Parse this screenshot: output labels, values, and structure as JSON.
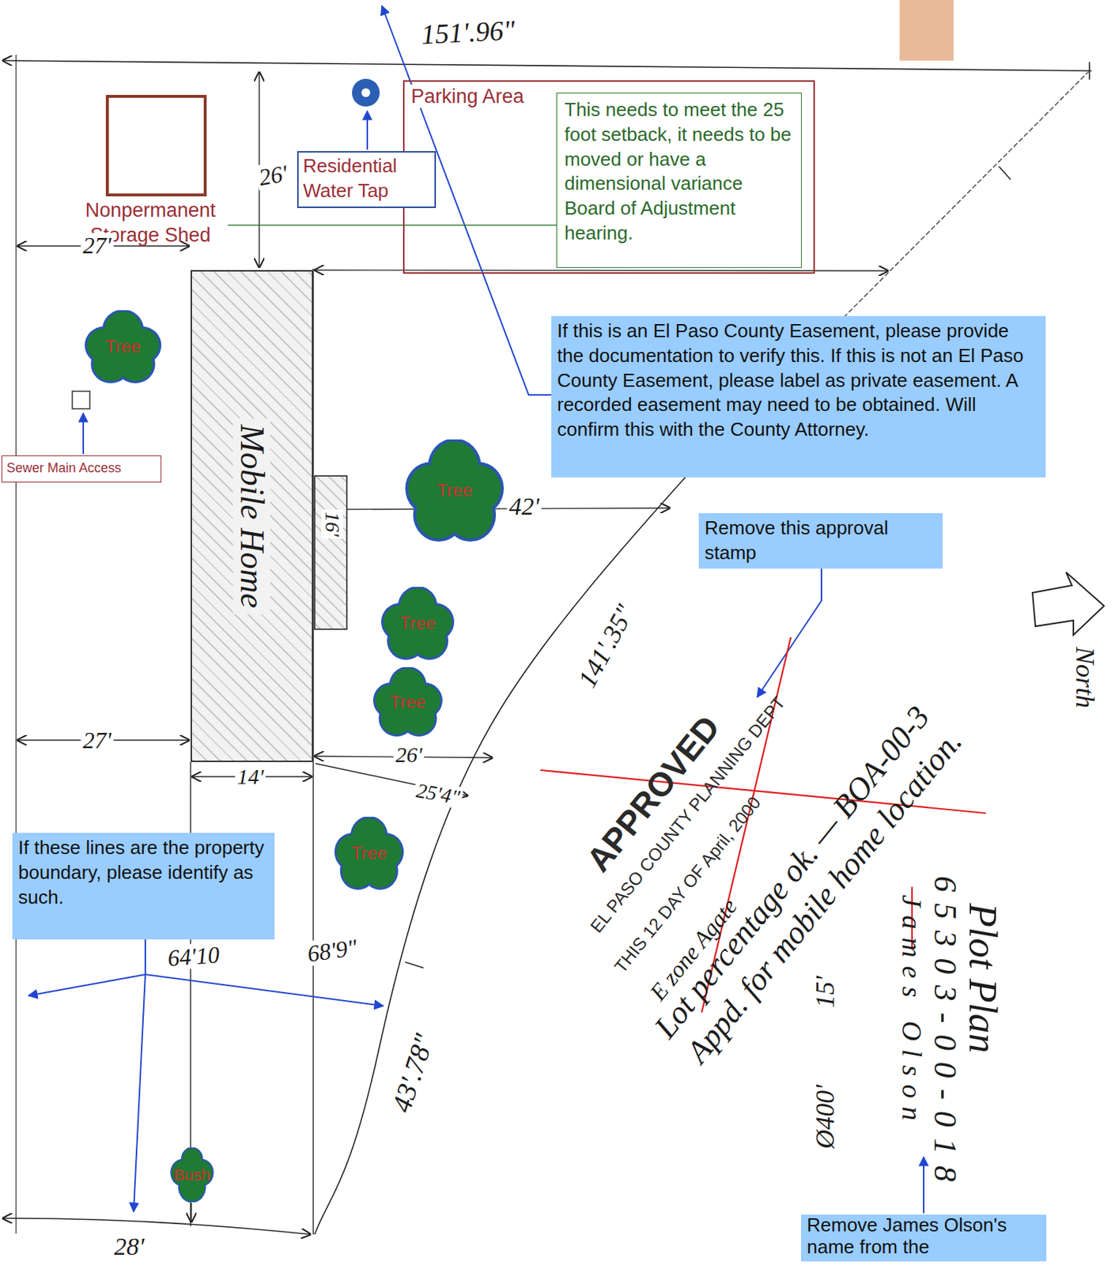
{
  "diagram": {
    "nodes": [
      {
        "text": [
          "Parking Area"
        ]
      },
      {
        "text": [
          "This needs to meet the 25 foot setback, it needs to be moved or have a dimensional variance Board of Adjustment hearing."
        ],
        "in": 0
      },
      {
        "text": [
          "Nonpermanent Storage Shed"
        ]
      },
      {
        "text": [
          "Residential Water Tap"
        ]
      },
      {
        "text": [
          "Mobile Home"
        ]
      },
      {
        "text": [
          "Tree"
        ]
      },
      {
        "text": [
          "If this is an El Paso County Easement, please provide the documentation to verify this. If this is not an El Paso County Easement, please label as private easement. A recorded easement may need to be obtained. Will confirm this with the County Attorney."
        ]
      },
      {
        "text": [
          "Tree"
        ]
      },
      {
        "text": [
          "Sewer Main Access"
        ]
      },
      {
        "text": [
          "Remove this approval stamp"
        ]
      },
      {
        "text": [
          "Tree"
        ]
      },
      {
        "text": [
          "Tree"
        ]
      },
      {
        "text": [
          "Tree"
        ]
      },
      {
        "text": [
          "If these lines are the property boundary, please identify as such."
        ]
      },
      {
        "text": [
          "Bush"
        ]
      },
      {
        "text": [
          "Remove James Olson's name from the"
        ]
      }
    ],
    "edges": [
      {
        "from": 1,
        "to": 2,
        "arrow": "none"
      }
    ],
    "labels": [
      "151'.96\"",
      "26'",
      "27'",
      "16'",
      "42'",
      "141'.35\"",
      "APPROVED",
      "EL PASO COUNTY PLANNING DEPT",
      "THIS 12 DAY OF April, 2000",
      "E zone Agate",
      "Lot percentage ok. — BOA-00-3",
      "Appd. for mobile home location.",
      "North",
      "27'",
      "26'",
      "14'",
      "25'4\"",
      "Plot Plan",
      "65303-00-018",
      "James Olson",
      "15'",
      "Ø400'",
      "64'10",
      "68'9\"",
      "43'.78\"",
      "28'"
    ]
  }
}
